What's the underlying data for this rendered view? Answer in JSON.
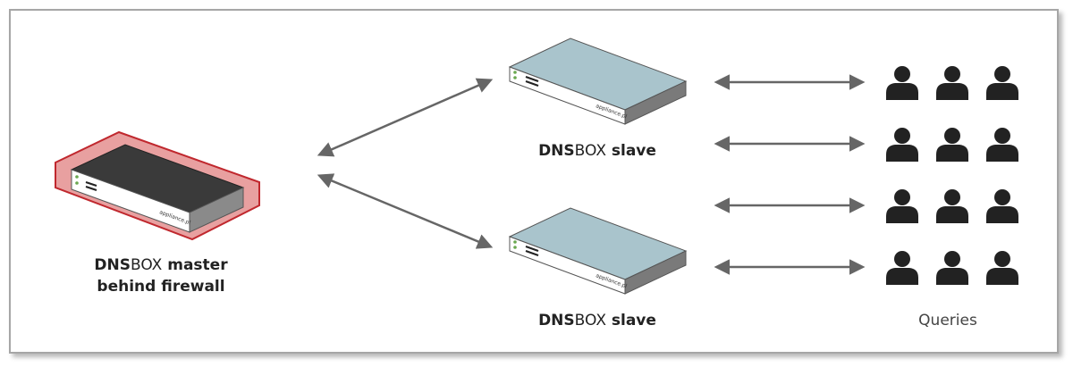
{
  "master": {
    "label_bold_1": "DNS",
    "label_regular": "BOX",
    "label_bold_2": " master",
    "label_line_2": "behind firewall",
    "brand": "appliance.pl"
  },
  "slave_top": {
    "label_bold_1": "DNS",
    "label_regular": "BOX",
    "label_bold_2": " slave",
    "brand": "appliance.pl"
  },
  "slave_bottom": {
    "label_bold_1": "DNS",
    "label_regular": "BOX",
    "label_bold_2": " slave",
    "brand": "appliance.pl"
  },
  "queries": {
    "label": "Queries",
    "rows": 4,
    "per_row": 3
  },
  "colors": {
    "firewall_fill": "#e8a0a0",
    "firewall_stroke": "#c0282e",
    "master_top": "#3a3a3a",
    "slave_top": "#a9c4cc",
    "device_front": "#ffffff",
    "device_side": "#7a7a7a",
    "arrow": "#666666",
    "user_icon": "#222222",
    "led": "#6aa84f"
  }
}
